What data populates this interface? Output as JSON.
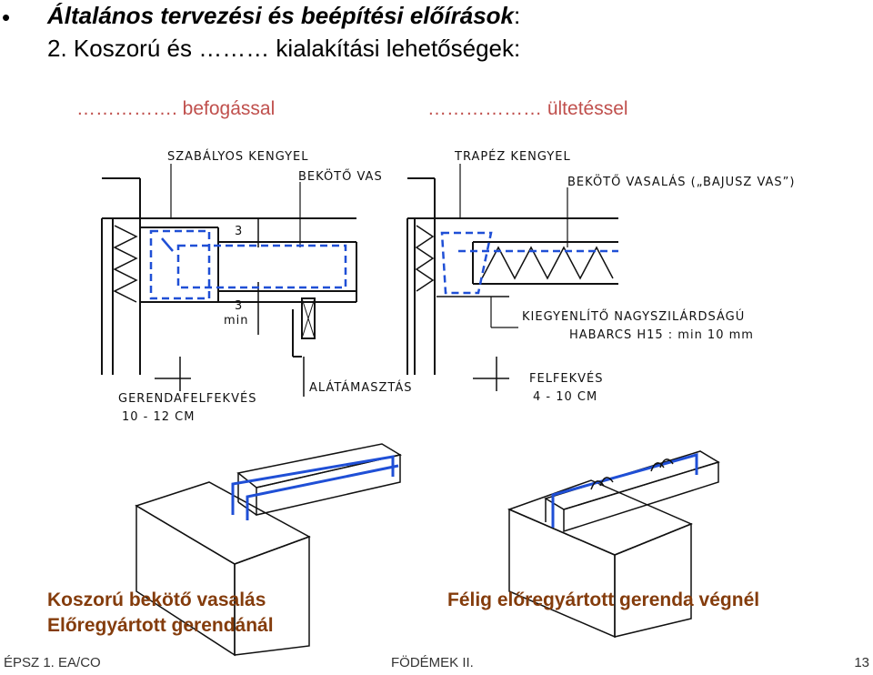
{
  "header": {
    "bullet": "•",
    "title_main": "Általános tervezési és beépítési előírások",
    "title_tail": ":",
    "subtitle": "2. Koszorú és ……… kialakítási lehetőségek:"
  },
  "sections": {
    "left_heading": "……………. befogással",
    "right_heading": "……………… ültetéssel"
  },
  "left_drawing": {
    "label_stirrup": "SZABÁLYOS KENGYEL",
    "label_tie": "BEKÖTŐ VAS",
    "dim_top": "3",
    "dim_bottom": "3",
    "dim_min": "min",
    "label_bearing": "GERENDAFELFEKVÉS",
    "label_bearing_size": "10 - 12 CM",
    "label_prop": "ALÁTÁMASZTÁS"
  },
  "right_drawing": {
    "label_stirrup": "TRAPÉZ KENGYEL",
    "label_tie": "BEKÖTŐ VASALÁS („BAJUSZ VAS”)",
    "label_mortar_1": "KIEGYENLÍTŐ NAGYSZILÁRDSÁGÚ",
    "label_mortar_2": "HABARCS  H15 : min 10 mm",
    "label_bearing": "FELFEKVÉS",
    "label_bearing_size": "4 - 10 CM"
  },
  "captions": {
    "left_line1": "Koszorú bekötő vasalás",
    "left_line2": "Előregyártott gerendánál",
    "right": "Félig előregyártott gerenda végnél"
  },
  "footer": {
    "left": "ÉPSZ 1. EA/CO",
    "center": "FÖDÉMEK II.",
    "page": "13"
  },
  "colors": {
    "accent_orange": "#c0504d",
    "caption_brown": "#843c0c",
    "rebar_blue": "#1f4fd6"
  }
}
